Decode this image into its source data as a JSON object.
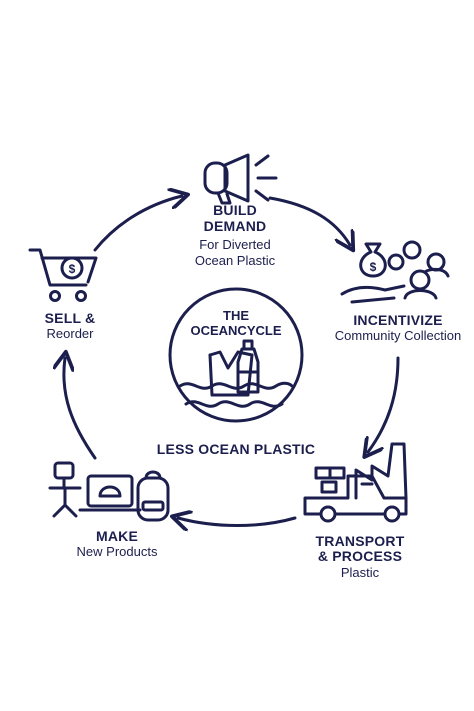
{
  "colors": {
    "ink": "#1c1f4d",
    "background": "#ffffff"
  },
  "center": {
    "title_line1": "THE",
    "title_line2": "OCEANCYCLE",
    "tagline": "LESS OCEAN PLASTIC",
    "icons": [
      "plastic-bag-icon",
      "plastic-bottle-icon",
      "waves-icon"
    ]
  },
  "steps": {
    "build_demand": {
      "title_line1": "BUILD",
      "title_line2": "DEMAND",
      "sub_line1": "For Diverted",
      "sub_line2": "Ocean Plastic",
      "icon": "megaphone-icon"
    },
    "incentivize": {
      "title": "INCENTIVIZE",
      "sub": "Community Collection",
      "icon": "community-money-icon"
    },
    "transport": {
      "title_line1": "TRANSPORT",
      "title_line2": "& PROCESS",
      "sub": "Plastic",
      "icon": "truck-factory-icon"
    },
    "make": {
      "title": "MAKE",
      "sub": "New Products",
      "icon": "products-icon"
    },
    "sell": {
      "title": "SELL &",
      "sub": "Reorder",
      "icon": "shopping-cart-icon"
    }
  }
}
